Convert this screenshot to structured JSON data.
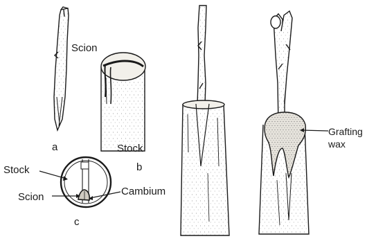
{
  "labels": {
    "scion_top": "Scion",
    "stock_b": "Stock",
    "stock_c": "Stock",
    "scion_c": "Scion",
    "cambium": "Cambium",
    "grafting_line1": "Grafting",
    "grafting_line2": "wax",
    "panel_a": "a",
    "panel_b": "b",
    "panel_c": "c"
  },
  "colors": {
    "ink": "#1a1a1a",
    "wood_fill": "#e9e6df",
    "wax_fill": "#d8d4cc"
  }
}
